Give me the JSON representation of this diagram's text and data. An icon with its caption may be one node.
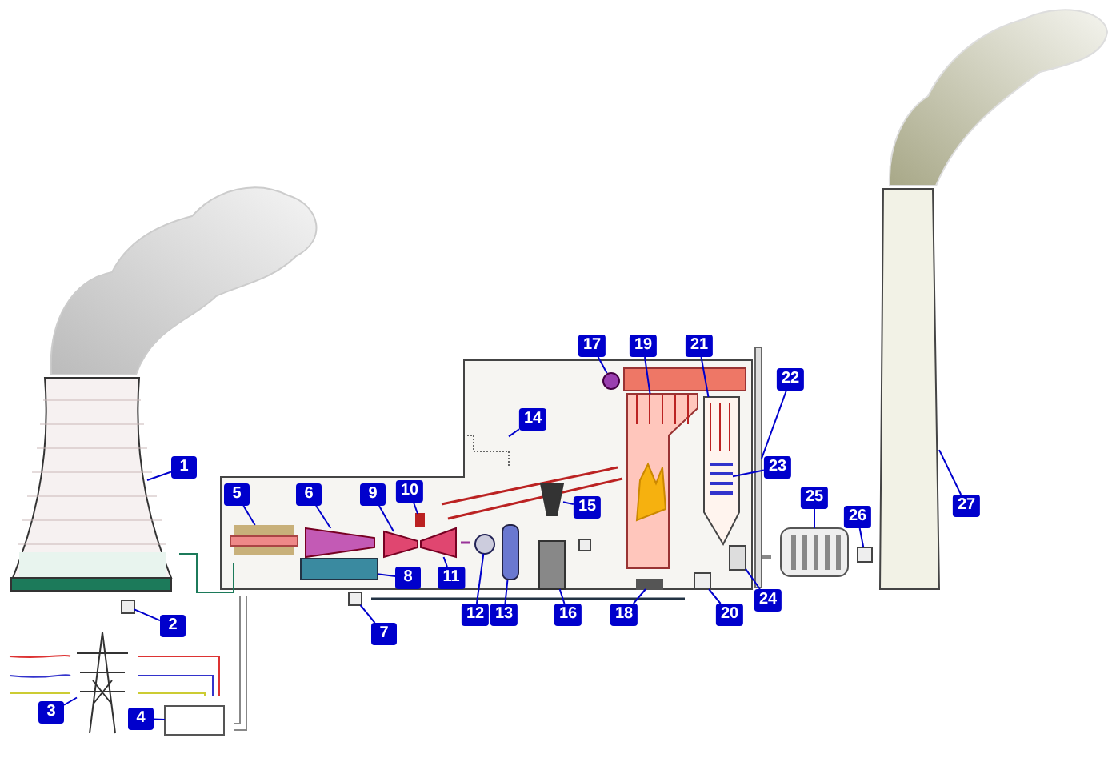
{
  "diagram": {
    "nodes": [
      {
        "text": [
          "1"
        ]
      },
      {
        "text": [
          "2"
        ]
      },
      {
        "text": [
          "3"
        ]
      },
      {
        "text": [
          "4"
        ]
      },
      {
        "text": [
          "5"
        ]
      },
      {
        "text": [
          "6"
        ]
      },
      {
        "text": [
          "7"
        ]
      },
      {
        "text": [
          "8"
        ]
      },
      {
        "text": [
          "9"
        ]
      },
      {
        "text": [
          "10"
        ]
      },
      {
        "text": [
          "11"
        ]
      },
      {
        "text": [
          "12"
        ]
      },
      {
        "text": [
          "13"
        ]
      },
      {
        "text": [
          "14"
        ]
      },
      {
        "text": [
          "15"
        ]
      },
      {
        "text": [
          "16"
        ]
      },
      {
        "text": [
          "17"
        ]
      },
      {
        "text": [
          "18"
        ]
      },
      {
        "text": [
          "19"
        ]
      },
      {
        "text": [
          "20"
        ]
      },
      {
        "text": [
          "21"
        ]
      },
      {
        "text": [
          "22"
        ]
      },
      {
        "text": [
          "23"
        ]
      },
      {
        "text": [
          "24"
        ]
      },
      {
        "text": [
          "25"
        ]
      },
      {
        "text": [
          "26"
        ]
      },
      {
        "text": [
          "27"
        ]
      },
      {
        "text": [],
        "shape": "picture"
      },
      {
        "text": [],
        "shape": "box"
      },
      {
        "text": [],
        "shape": "picture"
      },
      {
        "text": [],
        "shape": "box"
      },
      {
        "text": [],
        "shape": "picture"
      },
      {
        "text": [],
        "shape": "trapezoid"
      },
      {
        "text": [],
        "shape": "box"
      },
      {
        "text": [],
        "shape": "box"
      },
      {
        "text": [],
        "shape": "trapezoid"
      },
      {
        "text": [],
        "shape": "box"
      },
      {
        "text": [],
        "shape": "trapezoid"
      },
      {
        "text": [],
        "shape": "circle"
      },
      {
        "text": [],
        "shape": "cylinder"
      },
      {
        "text": [],
        "shape": "line"
      },
      {
        "text": [],
        "shape": "trapezoid"
      },
      {
        "text": [],
        "shape": "box"
      },
      {
        "text": [],
        "shape": "circle"
      },
      {
        "text": [],
        "shape": "box"
      },
      {
        "text": [],
        "shape": "picture"
      },
      {
        "text": [],
        "shape": "box"
      },
      {
        "text": [],
        "shape": "picture"
      },
      {
        "text": [],
        "shape": "bar"
      },
      {
        "text": [],
        "shape": "picture",
        "in": 47
      },
      {
        "text": [],
        "shape": "box"
      },
      {
        "text": [],
        "shape": "picture"
      },
      {
        "text": [],
        "shape": "box"
      },
      {
        "text": [],
        "shape": "trapezoid"
      }
    ],
    "edges": [
      {
        "from": 0,
        "to": 27,
        "arrow": "none"
      },
      {
        "from": 1,
        "to": 28,
        "arrow": "none"
      },
      {
        "from": 2,
        "to": 29,
        "arrow": "none"
      },
      {
        "from": 3,
        "to": 30,
        "arrow": "none"
      },
      {
        "from": 4,
        "to": 31,
        "arrow": "none"
      },
      {
        "from": 5,
        "to": 32,
        "arrow": "none"
      },
      {
        "from": 6,
        "to": 33,
        "arrow": "none"
      },
      {
        "from": 7,
        "to": 34,
        "arrow": "none"
      },
      {
        "from": 8,
        "to": 35,
        "arrow": "none"
      },
      {
        "from": 9,
        "to": 36,
        "arrow": "none"
      },
      {
        "from": 10,
        "to": 37,
        "arrow": "none"
      },
      {
        "from": 11,
        "to": 38,
        "arrow": "none"
      },
      {
        "from": 12,
        "to": 39,
        "arrow": "none"
      },
      {
        "from": 13,
        "to": 40,
        "arrow": "none"
      },
      {
        "from": 14,
        "to": 41,
        "arrow": "none"
      },
      {
        "from": 15,
        "to": 42,
        "arrow": "none"
      },
      {
        "from": 16,
        "to": 43,
        "arrow": "none"
      },
      {
        "from": 17,
        "to": 44,
        "arrow": "none"
      },
      {
        "from": 18,
        "to": 45,
        "arrow": "none"
      },
      {
        "from": 19,
        "to": 46,
        "arrow": "none"
      },
      {
        "from": 20,
        "to": 47,
        "arrow": "none"
      },
      {
        "from": 21,
        "to": 48,
        "arrow": "none"
      },
      {
        "from": 22,
        "to": 49,
        "arrow": "none"
      },
      {
        "from": 23,
        "to": 50,
        "arrow": "none"
      },
      {
        "from": 24,
        "to": 51,
        "arrow": "none"
      },
      {
        "from": 25,
        "to": 52,
        "arrow": "none"
      },
      {
        "from": 26,
        "to": 53,
        "arrow": "none"
      }
    ]
  }
}
